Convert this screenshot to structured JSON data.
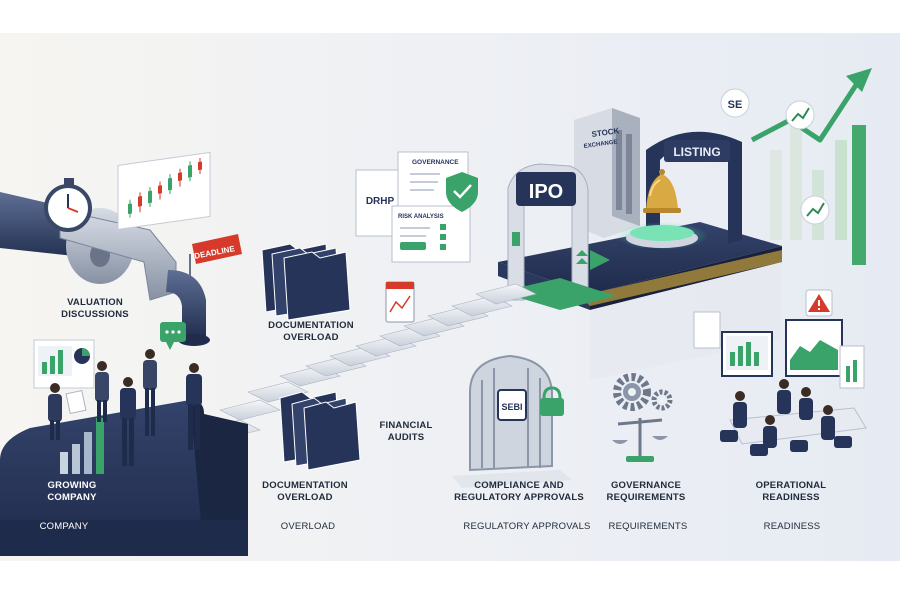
{
  "stage_labels": {
    "valuation": [
      "VALUATION",
      "DISCUSSIONS"
    ],
    "documentation_top": [
      "DOCUMENTATION",
      "OVERLOAD"
    ],
    "financial_audits": [
      "FINANCIAL",
      "AUDITS"
    ],
    "growing_company": [
      "GROWING",
      "COMPANY"
    ],
    "documentation_bottom": [
      "DOCUMENTATION",
      "OVERLOAD"
    ],
    "compliance": [
      "COMPLIANCE AND",
      "REGULATORY APPROVALS"
    ],
    "governance": [
      "GOVERNANCE",
      "REQUIREMENTS"
    ],
    "operational": [
      "OPERATIONAL",
      "READINESS"
    ]
  },
  "footer_labels": [
    "COMPANY",
    "OVERLOAD",
    "REGULATORY APPROVALS",
    "REQUIREMENTS",
    "READINESS"
  ],
  "signs": {
    "deadline": "DEADLINE",
    "ipo": "IPO",
    "listing": "LISTING",
    "stock_exchange": [
      "STOCK",
      "EXCHANGE"
    ],
    "drhp": "DRHP",
    "governance_doc": "GOVERNANCE",
    "risk_analysis": "RISK ANALYSIS",
    "sebi": "SEBI"
  },
  "colors": {
    "navy": "#26345a",
    "green": "#3aa36a",
    "red": "#d63a2a",
    "steel": "#8b96a8",
    "background": "#eef1f5"
  },
  "icons": [
    "stopwatch-icon",
    "candlestick-chart-icon",
    "folder-icon",
    "calendar-icon",
    "check-shield-icon",
    "bell-icon",
    "lock-icon",
    "gear-icon",
    "scales-icon",
    "warning-icon",
    "trend-arrow-icon",
    "chat-bubble-icon"
  ]
}
